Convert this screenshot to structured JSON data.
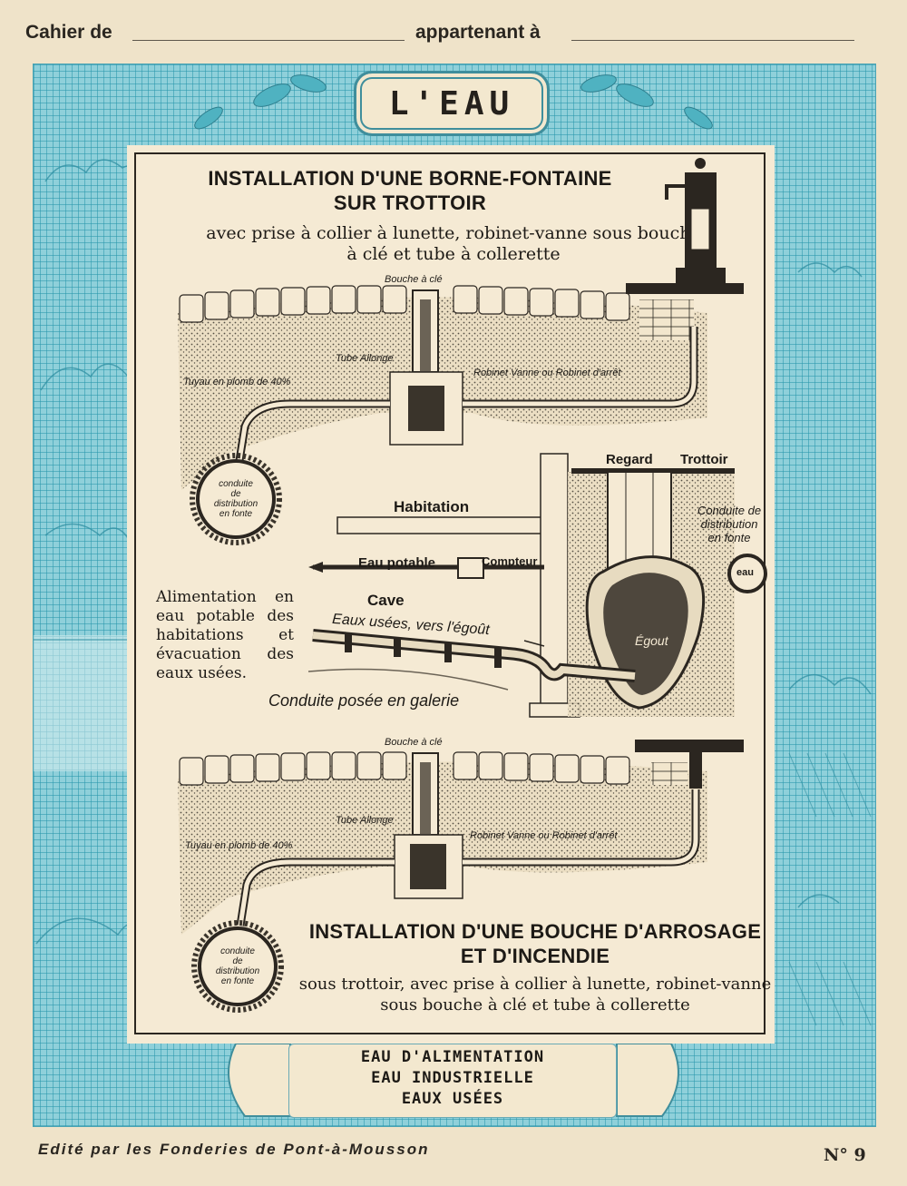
{
  "header": {
    "cahier_label": "Cahier de",
    "owner_label": "appartenant à"
  },
  "cover_title": "L'EAU",
  "section1": {
    "title_line1": "INSTALLATION D'UNE BORNE-FONTAINE",
    "title_line2": "SUR TROTTOIR",
    "subtitle_line1": "avec prise à collier à lunette, robinet-vanne sous bouche",
    "subtitle_line2": "à clé et tube à collerette",
    "labels": {
      "bouche": "Bouche à clé",
      "tube": "Tube Allonge",
      "robinet": "Robinet Vanne ou Robinet d'arrêt",
      "tuyau": "Tuyau en plomb de 40%",
      "conduite_l1": "conduite",
      "conduite_l2": "de",
      "conduite_l3": "distribution",
      "conduite_l4": "en fonte"
    }
  },
  "middle": {
    "regard": "Regard",
    "trottoir": "Trottoir",
    "habitation": "Habitation",
    "conduite_l1": "Conduite de",
    "conduite_l2": "distribution",
    "conduite_l3": "en fonte",
    "eau_potable": "Eau potable",
    "compteur": "Compteur",
    "cave": "Cave",
    "eaux_usees": "Eaux usées, vers l'égoût",
    "egout": "Égout",
    "conduite_galerie": "Conduite posée en galerie",
    "eau_logo": "eau",
    "side_text": "Alimentation en eau potable des habitations et évacuation des eaux usées."
  },
  "section2": {
    "labels": {
      "bouche": "Bouche à clé",
      "tube": "Tube Allonge",
      "robinet": "Robinet Vanne ou Robinet d'arrêt",
      "tuyau": "Tuyau en plomb de 40%",
      "conduite_l1": "conduite",
      "conduite_l2": "de",
      "conduite_l3": "distribution",
      "conduite_l4": "en fonte"
    },
    "title_line1": "INSTALLATION D'UNE BOUCHE D'ARROSAGE",
    "title_line2": "ET D'INCENDIE",
    "subtitle_line1": "sous trottoir, avec prise à collier à lunette, robinet-vanne",
    "subtitle_line2": "sous bouche à clé et tube à collerette"
  },
  "bottom_box": {
    "line1": "EAU D'ALIMENTATION",
    "line2": "EAU INDUSTRIELLE",
    "line3": "EAUX USÉES"
  },
  "footer": {
    "publisher": "Edité par les Fonderies de Pont-à-Mousson",
    "number": "N° 9"
  },
  "colors": {
    "frame_blue": "#8fd0da",
    "paper": "#f5ead4",
    "ink": "#1d1a16"
  }
}
